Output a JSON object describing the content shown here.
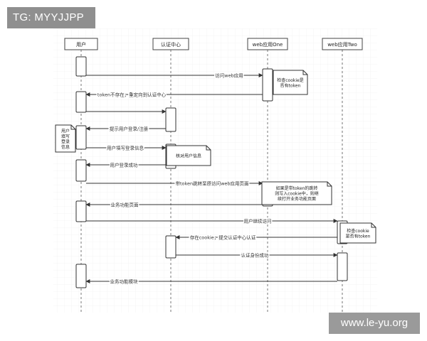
{
  "tag_label": "TG: MYYJJPP",
  "watermark": "www.le-yu.org",
  "participants": [
    {
      "id": "user",
      "label": "用户"
    },
    {
      "id": "auth",
      "label": "认证中心"
    },
    {
      "id": "webone",
      "label": "web应用One"
    },
    {
      "id": "webtwo",
      "label": "web应用Two"
    }
  ],
  "messages": [
    {
      "from": "user",
      "to": "webone",
      "label": "访问web应用"
    },
    {
      "from": "webone",
      "to": "user",
      "label": "token不存在，重定向到认证中心"
    },
    {
      "from": "user",
      "to": "auth",
      "label": ""
    },
    {
      "from": "auth",
      "to": "user",
      "label": "提示用户登录/注册"
    },
    {
      "from": "user",
      "to": "auth",
      "label": "用户填写登录信息"
    },
    {
      "from": "auth",
      "to": "user",
      "label": "用户登录成功"
    },
    {
      "from": "user",
      "to": "webone",
      "label": "带token跳转至原访问web应用页面"
    },
    {
      "from": "webone",
      "to": "user",
      "label": "业务功能页面"
    },
    {
      "from": "user",
      "to": "webtwo",
      "label": "用户继续访问"
    },
    {
      "from": "webtwo",
      "to": "auth",
      "label": "存在cookie，提交认证中心认证"
    },
    {
      "from": "auth",
      "to": "webtwo",
      "label": "认证身份成功"
    },
    {
      "from": "webtwo",
      "to": "user",
      "label": "业务功能模块"
    }
  ],
  "notes": [
    {
      "lines": [
        "检查cookie是",
        "否有token"
      ]
    },
    {
      "lines": [
        "用户",
        "填写",
        "登录",
        "信息"
      ]
    },
    {
      "lines": [
        "核对用户信息"
      ]
    },
    {
      "lines": [
        "如果是带token的跳转",
        "则写入cookie中，则继",
        "续打开业务功能页面"
      ]
    },
    {
      "lines": [
        "检查cookie",
        "是否有token"
      ]
    }
  ]
}
